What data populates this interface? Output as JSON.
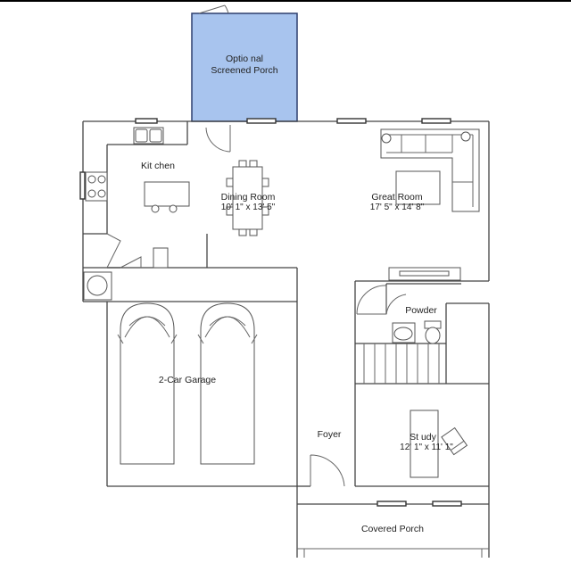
{
  "rooms": {
    "porch_line1": "Optio nal",
    "porch_line2": "Screened Porch",
    "kitchen": "Kit chen",
    "dining_name": "Dining Room",
    "dining_dim": "10' 1\" x 13' 5\"",
    "great_name": "Great  Room",
    "great_dim": "17' 5\" x 14' 8\"",
    "powder": "Powder",
    "garage": "2-Car Garage",
    "foyer": "Foyer",
    "study_name": "St udy",
    "study_dim": "12' 1\" x 11' 1\"",
    "covered_porch": "Covered Porch"
  },
  "colors": {
    "screened_porch_fill": "#a8c4ee",
    "screened_porch_stroke": "#2d3f6e",
    "wall": "#444444"
  }
}
